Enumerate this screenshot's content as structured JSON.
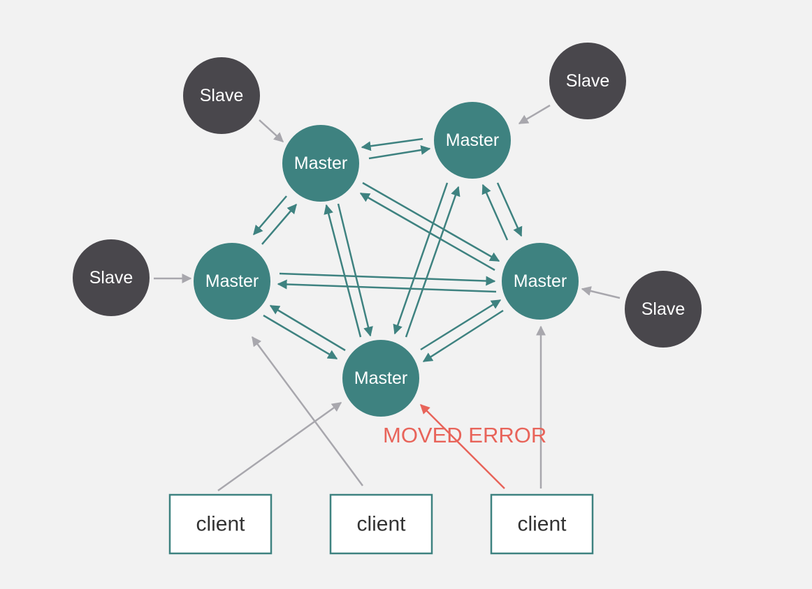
{
  "colors": {
    "master": "#3e8280",
    "slave": "#49474c",
    "client_border": "#3e8280",
    "client_fill": "#ffffff",
    "gray_arrow": "#a8a7ad",
    "teal_arrow": "#3e8280",
    "error": "#e8645a",
    "background": "#f2f2f2"
  },
  "nodes": {
    "master_top_left": "Master",
    "master_top_right": "Master",
    "master_mid_left": "Master",
    "master_mid_right": "Master",
    "master_bottom": "Master",
    "slave_top_left": "Slave",
    "slave_top_right": "Slave",
    "slave_left": "Slave",
    "slave_right": "Slave",
    "client_1": "client",
    "client_2": "client",
    "client_3": "client"
  },
  "error_label": "MOVED ERROR"
}
